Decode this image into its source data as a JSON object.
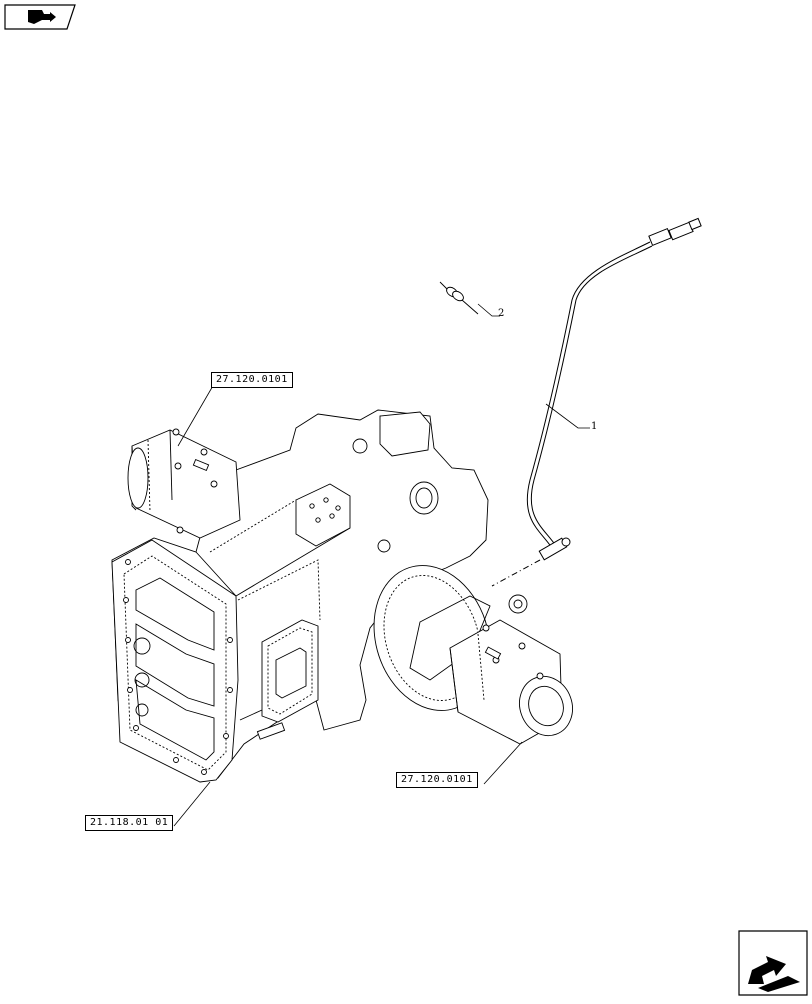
{
  "navigation": {
    "prev_icon": "back-page-icon",
    "next_icon": "next-page-icon"
  },
  "references": {
    "upper_left": "27.120.0101",
    "lower_right": "27.120.0101",
    "lower_left": "21.118.01 01"
  },
  "callouts": {
    "item_1": "1",
    "item_2": "2"
  }
}
